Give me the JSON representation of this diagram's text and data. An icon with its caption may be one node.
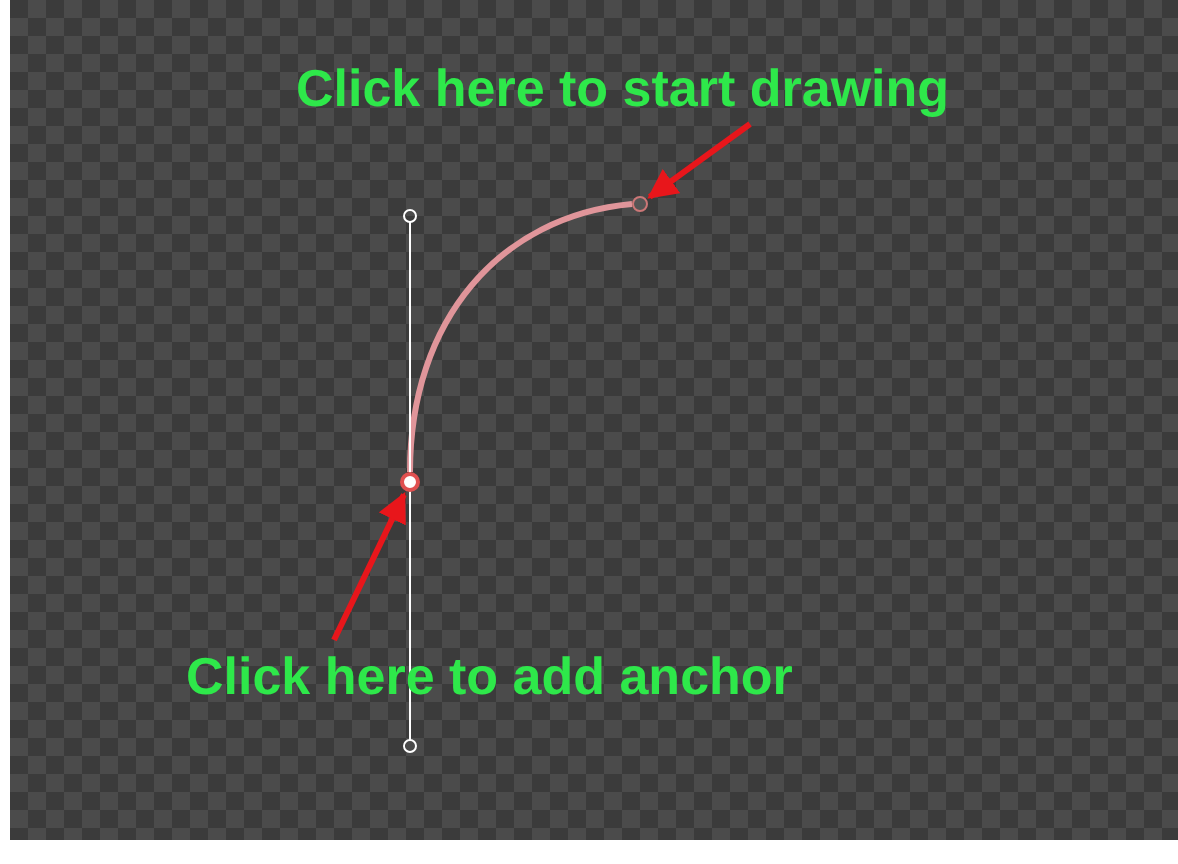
{
  "diagram": {
    "nodes": [
      {
        "text": [
          "Click here to start drawing"
        ]
      },
      {
        "text": [],
        "shape": "circle"
      },
      {
        "text": [
          "Click here to add anchor"
        ]
      },
      {
        "text": [],
        "shape": "circle"
      }
    ],
    "edges": [
      {
        "from": 0,
        "to": 1,
        "arrow": "to"
      },
      {
        "from": 2,
        "to": 3,
        "arrow": "to"
      },
      {
        "from": 3,
        "to": 1,
        "arrow": "none",
        "color": "#e0959a"
      }
    ]
  }
}
